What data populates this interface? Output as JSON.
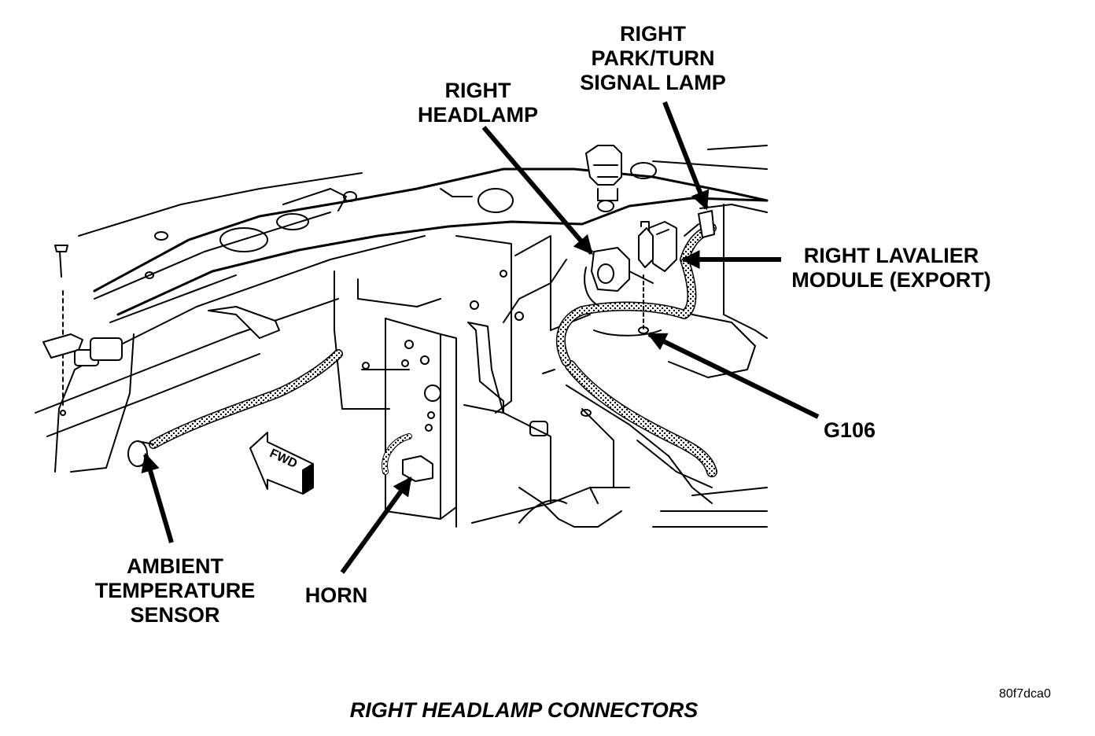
{
  "labels": {
    "right_park_turn": [
      "RIGHT",
      "PARK/TURN",
      "SIGNAL LAMP"
    ],
    "right_headlamp": [
      "RIGHT",
      "HEADLAMP"
    ],
    "right_lavalier": [
      "RIGHT LAVALIER",
      "MODULE (EXPORT)"
    ],
    "g106": "G106",
    "ambient_sensor": [
      "AMBIENT",
      "TEMPERATURE",
      "SENSOR"
    ],
    "horn": "HORN",
    "fwd": "FWD"
  },
  "caption": "RIGHT HEADLAMP CONNECTORS",
  "figure_ref": "80f7dca0"
}
